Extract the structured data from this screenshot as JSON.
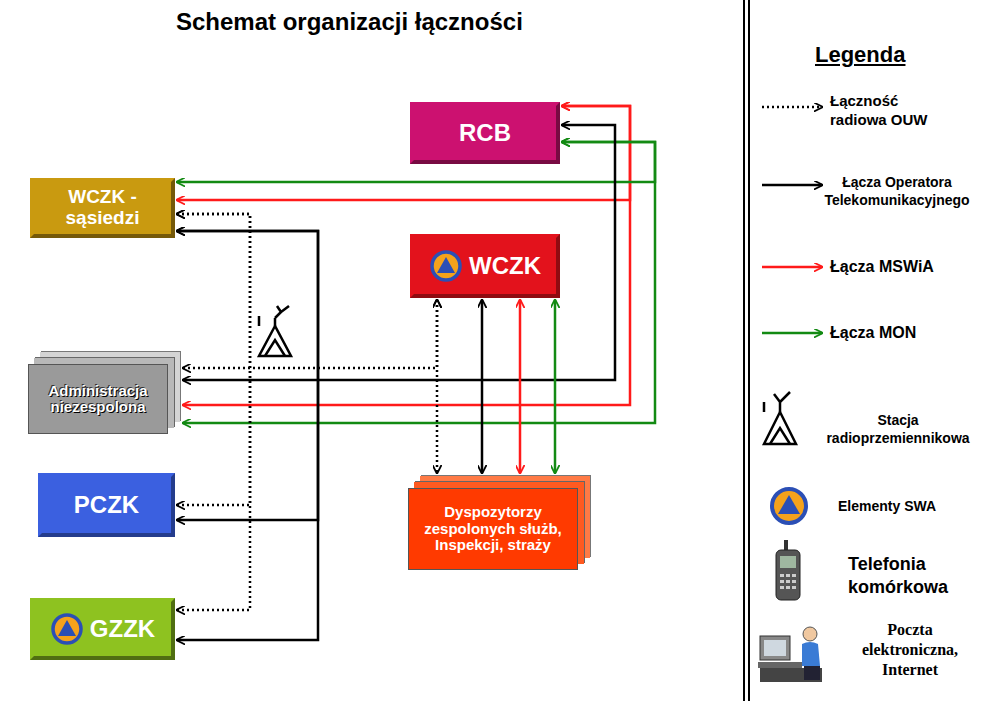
{
  "diagram": {
    "title": "Schemat organizacji łączności",
    "nodes": [
      {
        "text": [
          "RCB"
        ]
      },
      {
        "text": [
          "WCZK"
        ]
      },
      {
        "text": [
          "WCZK -sąsiedzi"
        ]
      },
      {
        "text": [
          "Administracja niezespolona"
        ]
      },
      {
        "text": [
          "PCZK"
        ]
      },
      {
        "text": [
          "GZZK"
        ]
      },
      {
        "text": [
          "Dyspozytorzy zespolonych służb, Inspekcji, straży"
        ]
      }
    ],
    "edges": [
      {
        "from": 0,
        "to": 2,
        "arrow": "both"
      },
      {
        "from": 0,
        "to": 3,
        "arrow": "both"
      },
      {
        "from": 0,
        "to": 2,
        "arrow": "both"
      },
      {
        "from": 0,
        "to": 3,
        "arrow": "both"
      },
      {
        "from": 0,
        "to": 3,
        "arrow": "both"
      },
      {
        "from": 2,
        "to": 4,
        "arrow": "both"
      },
      {
        "from": 2,
        "to": 5,
        "arrow": "both"
      },
      {
        "from": 2,
        "to": 4,
        "arrow": "both"
      },
      {
        "from": 2,
        "to": 5,
        "arrow": "both"
      },
      {
        "from": 1,
        "to": 3,
        "arrow": "both"
      },
      {
        "from": 1,
        "to": 6,
        "arrow": "both"
      },
      {
        "from": 1,
        "to": 6,
        "arrow": "both"
      },
      {
        "from": 1,
        "to": 6,
        "arrow": "both"
      },
      {
        "from": 1,
        "to": 6,
        "arrow": "both"
      }
    ],
    "labels": [
      "Legenda"
    ],
    "legend": [
      {
        "text": "Łączność radiowa OUW"
      },
      {
        "text": "Łącza Operatora Telekomunikacyjnego"
      },
      {
        "text": "Łącza MSWiA"
      },
      {
        "text": "Łącza MON"
      },
      {
        "text": "Stacja radioprzemiennikowa"
      },
      {
        "text": "Elementy SWA"
      },
      {
        "text": "Telefonia komórkowa"
      },
      {
        "text": "Poczta elektroniczna, Internet"
      }
    ]
  }
}
